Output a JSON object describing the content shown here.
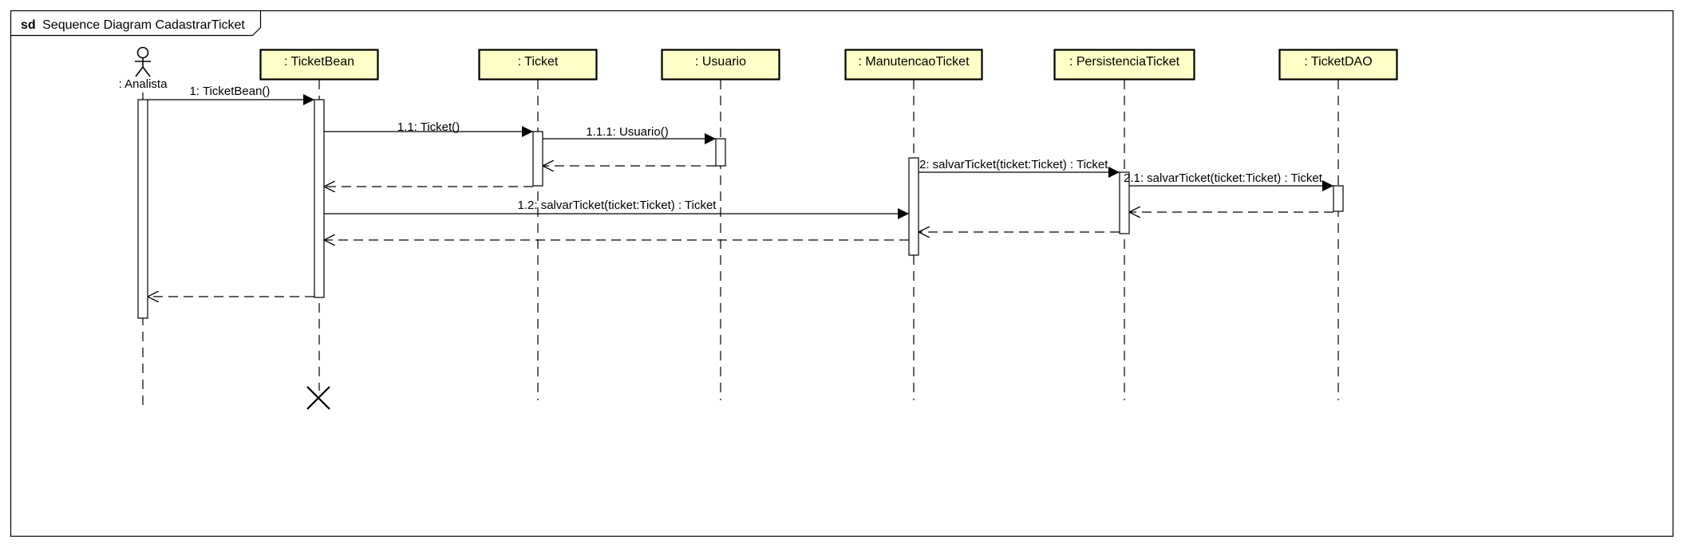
{
  "frame": {
    "keyword": "sd",
    "title": "Sequence Diagram CadastrarTicket"
  },
  "colors": {
    "object_fill": "#ffffc8",
    "stroke": "#000000",
    "background": "#ffffff"
  },
  "actor": {
    "name": ": Analista",
    "icon": "stick-figure-icon"
  },
  "objects": [
    {
      "id": "ticketbean",
      "name": ": TicketBean"
    },
    {
      "id": "ticket",
      "name": ": Ticket"
    },
    {
      "id": "usuario",
      "name": ": Usuario"
    },
    {
      "id": "manutencao",
      "name": ": ManutencaoTicket"
    },
    {
      "id": "persistencia",
      "name": ": PersistenciaTicket"
    },
    {
      "id": "dao",
      "name": ": TicketDAO"
    }
  ],
  "messages": [
    {
      "id": "m1",
      "from": "analista",
      "to": "ticketbean",
      "kind": "sync",
      "label": "1: TicketBean()"
    },
    {
      "id": "m2",
      "from": "ticketbean",
      "to": "ticket",
      "kind": "sync",
      "label": "1.1: Ticket()"
    },
    {
      "id": "m3",
      "from": "ticket",
      "to": "usuario",
      "kind": "sync",
      "label": "1.1.1: Usuario()"
    },
    {
      "id": "m4",
      "from": "usuario",
      "to": "ticket",
      "kind": "return",
      "label": ""
    },
    {
      "id": "m5",
      "from": "ticket",
      "to": "ticketbean",
      "kind": "return",
      "label": ""
    },
    {
      "id": "m6",
      "from": "manutencao",
      "to": "persistencia",
      "kind": "sync",
      "label": "2: salvarTicket(ticket:Ticket) : Ticket"
    },
    {
      "id": "m7",
      "from": "persistencia",
      "to": "dao",
      "kind": "sync",
      "label": "2.1: salvarTicket(ticket:Ticket) : Ticket"
    },
    {
      "id": "m8",
      "from": "ticketbean",
      "to": "manutencao",
      "kind": "sync",
      "label": "1.2: salvarTicket(ticket:Ticket) : Ticket"
    },
    {
      "id": "m9",
      "from": "dao",
      "to": "persistencia",
      "kind": "return",
      "label": ""
    },
    {
      "id": "m10",
      "from": "persistencia",
      "to": "manutencao",
      "kind": "return",
      "label": ""
    },
    {
      "id": "m11",
      "from": "manutencao",
      "to": "ticketbean",
      "kind": "return",
      "label": ""
    },
    {
      "id": "m12",
      "from": "ticketbean",
      "to": "analista",
      "kind": "return",
      "label": ""
    }
  ],
  "destroy": {
    "target": "ticketbean",
    "icon": "destroy-x-icon"
  }
}
